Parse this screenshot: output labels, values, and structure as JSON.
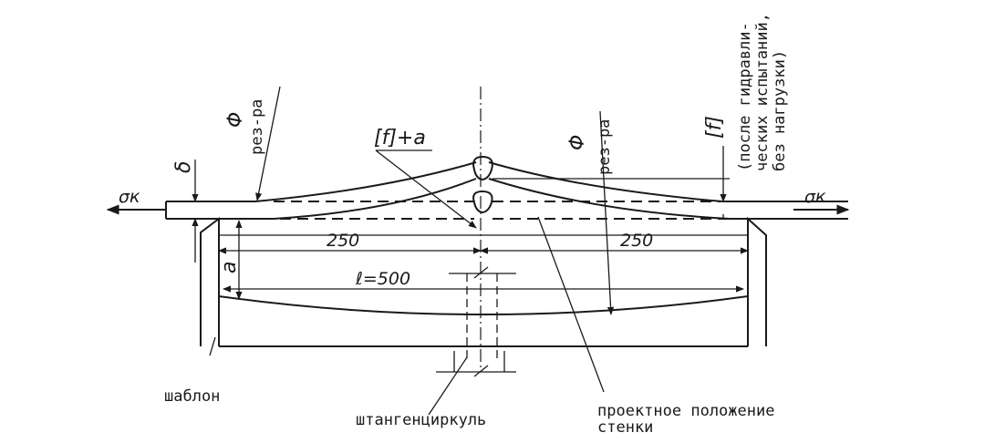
{
  "labels": {
    "sigma_left": "σк",
    "sigma_right": "σк",
    "delta": "δ",
    "phi_left": "Φ",
    "rez_ra_left": "рез-ра",
    "phi_right": "Φ",
    "rez_ra_right": "рез-ра",
    "f_plus_a": "[f]+a",
    "f_bracket": "[f]",
    "note_line1": "(после гидравли-",
    "note_line2": "ческих испытаний,",
    "note_line3": "без нагрузки)",
    "a": "a",
    "dim_left": "250",
    "dim_right": "250",
    "dim_l": "ℓ=500",
    "shablon": "шаблон",
    "caliper": "штангенциркуль",
    "design_line1": "проектное положение",
    "design_line2": "стенки"
  }
}
